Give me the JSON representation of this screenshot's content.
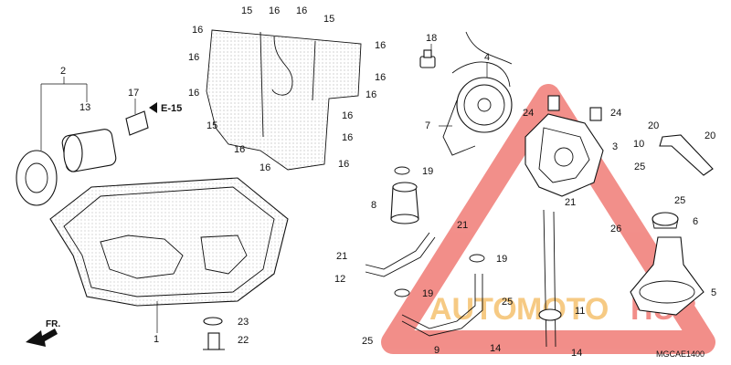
{
  "diagram_code": "MGCAE1400",
  "reference_label": "E-15",
  "direction_label": "FR.",
  "watermark": {
    "part1": "AUTO",
    "part2": "MOTO",
    "part3": "HUB",
    "color": "#e8332a",
    "color2": "#f0a020"
  },
  "callouts": [
    "1",
    "2",
    "3",
    "4",
    "5",
    "6",
    "7",
    "8",
    "9",
    "10",
    "11",
    "12",
    "13",
    "14",
    "15",
    "16",
    "17",
    "18",
    "19",
    "20",
    "21",
    "22",
    "23",
    "24",
    "25",
    "26"
  ],
  "gasket_bolts": {
    "top": [
      "15",
      "16",
      "16",
      "15"
    ],
    "left": [
      "16",
      "16",
      "16",
      "15",
      "16",
      "16"
    ],
    "right": [
      "16",
      "16",
      "16",
      "16",
      "16",
      "16"
    ]
  }
}
